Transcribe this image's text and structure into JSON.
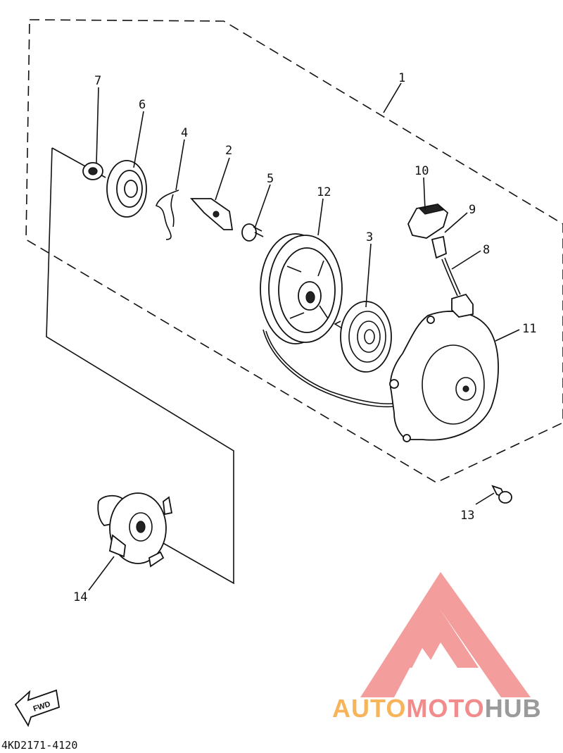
{
  "diagram": {
    "callouts": {
      "c1": "1",
      "c2": "2",
      "c3": "3",
      "c4": "4",
      "c5": "5",
      "c6": "6",
      "c7": "7",
      "c8": "8",
      "c9": "9",
      "c10": "10",
      "c11": "11",
      "c12": "12",
      "c13": "13",
      "c14": "14"
    },
    "fwd_label": "FWD",
    "drawing_code": "4KD2171-4120"
  },
  "watermark": {
    "part1": "AUTO",
    "part2": "MOTO",
    "part3": "HUB",
    "colors": {
      "auto": "#f7b45a",
      "moto": "#f28c8c",
      "hub": "#9a9a9a",
      "logo": "#f28c8c"
    }
  }
}
